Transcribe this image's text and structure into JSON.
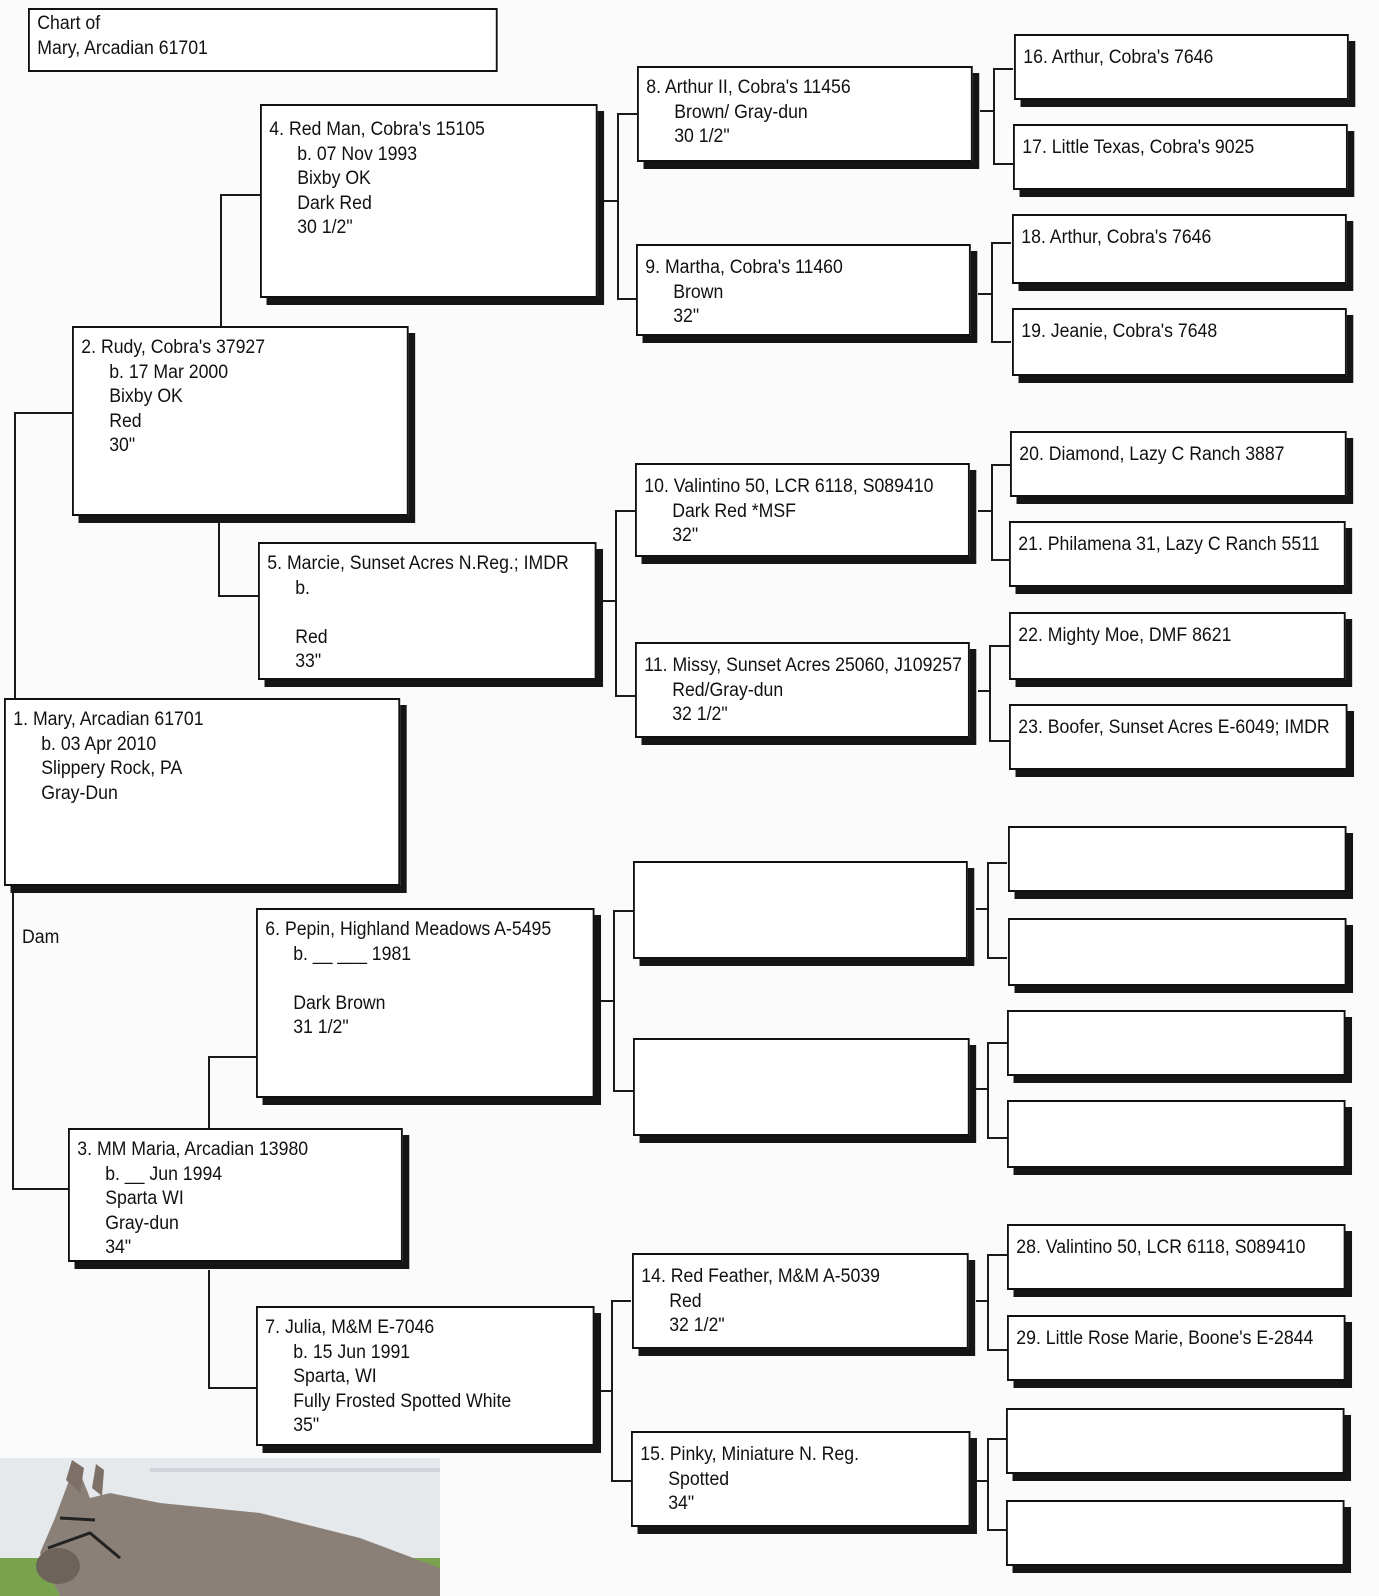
{
  "header": {
    "lines": [
      "Chart of",
      "Mary, Arcadian 61701"
    ]
  },
  "dam_label": "Dam",
  "subject": {
    "lines": [
      "1. Mary, Arcadian 61701",
      "b. 03 Apr 2010",
      "Slippery Rock, PA",
      "Gray-Dun"
    ]
  },
  "gen2": {
    "sire": {
      "lines": [
        "2. Rudy, Cobra's 37927",
        "b. 17 Mar 2000",
        "Bixby OK",
        "Red",
        "30\""
      ]
    },
    "dam": {
      "lines": [
        "3. MM Maria, Arcadian 13980",
        "b. __ Jun 1994",
        "Sparta WI",
        "Gray-dun",
        "34\""
      ]
    }
  },
  "gen3": {
    "p4": {
      "lines": [
        "4. Red Man, Cobra's 15105",
        "b. 07 Nov 1993",
        "Bixby OK",
        "Dark Red",
        "30 1/2\""
      ]
    },
    "p5": {
      "lines": [
        "5. Marcie, Sunset Acres N.Reg.; IMDR",
        "b.",
        "",
        "Red",
        "33\""
      ]
    },
    "p6": {
      "lines": [
        "6. Pepin, Highland Meadows A-5495",
        "b. __ ___ 1981",
        "",
        "Dark Brown",
        "31 1/2\""
      ]
    },
    "p7": {
      "lines": [
        "7. Julia, M&M E-7046",
        "b. 15 Jun 1991",
        "Sparta, WI",
        "Fully Frosted Spotted White",
        "35\""
      ]
    }
  },
  "gen4": {
    "p8": {
      "lines": [
        "8. Arthur II, Cobra's 11456",
        "Brown/ Gray-dun",
        "30 1/2\""
      ]
    },
    "p9": {
      "lines": [
        "9. Martha, Cobra's 11460",
        "Brown",
        "32\""
      ]
    },
    "p10": {
      "lines": [
        "10. Valintino 50, LCR 6118, S089410",
        "Dark Red *MSF",
        "32\""
      ]
    },
    "p11": {
      "lines": [
        "11. Missy, Sunset Acres 25060, J109257",
        "Red/Gray-dun",
        "32 1/2\""
      ]
    },
    "p12": {
      "lines": []
    },
    "p13": {
      "lines": []
    },
    "p14": {
      "lines": [
        "14. Red Feather, M&M A-5039",
        "Red",
        "32 1/2\""
      ]
    },
    "p15": {
      "lines": [
        "15. Pinky, Miniature N. Reg.",
        "Spotted",
        "34\""
      ]
    }
  },
  "gen5": {
    "p16": "16. Arthur, Cobra's 7646",
    "p17": "17. Little Texas, Cobra's 9025",
    "p18": "18. Arthur, Cobra's 7646",
    "p19": "19. Jeanie, Cobra's 7648",
    "p20": "20. Diamond, Lazy C Ranch 3887",
    "p21": "21. Philamena 31, Lazy C Ranch 5511",
    "p22": "22. Mighty Moe, DMF 8621",
    "p23": "23. Boofer, Sunset Acres E-6049; IMDR",
    "p24": "",
    "p25": "",
    "p26": "",
    "p27": "",
    "p28": "28. Valintino 50, LCR 6118, S089410",
    "p29": "29. Little Rose Marie, Boone's E-2844",
    "p30": "",
    "p31": ""
  }
}
